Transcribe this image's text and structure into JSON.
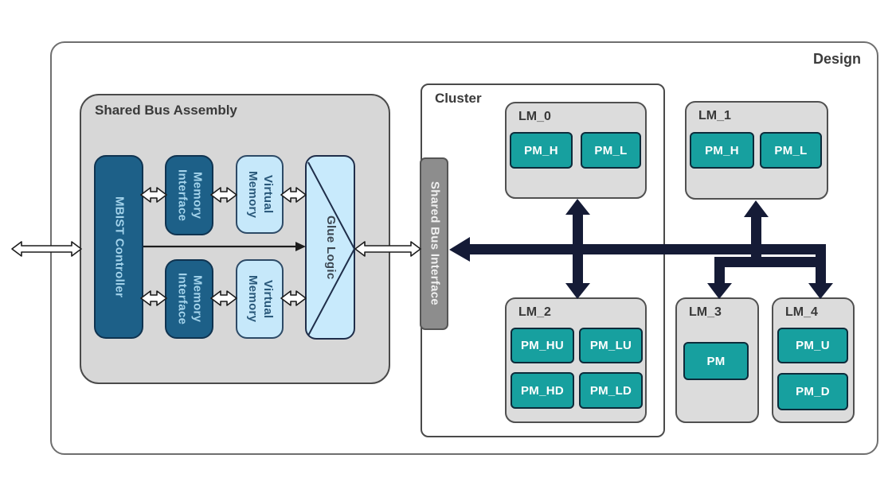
{
  "design": {
    "label": "Design"
  },
  "shared_bus_assembly": {
    "label": "Shared Bus Assembly",
    "mbist": "MBIST Controller",
    "memory_interface_top": "Memory\nInterface",
    "memory_interface_bottom": "Memory\nInterface",
    "virtual_memory_top": "Virtual\nMemory",
    "virtual_memory_bottom": "Virtual\nMemory",
    "glue_logic": "Glue Logic"
  },
  "shared_bus_interface": {
    "label": "Shared Bus Interface"
  },
  "cluster": {
    "label": "Cluster"
  },
  "lm_blocks": {
    "lm0": {
      "label": "LM_0",
      "pms": [
        "PM_H",
        "PM_L"
      ]
    },
    "lm1": {
      "label": "LM_1",
      "pms": [
        "PM_H",
        "PM_L"
      ]
    },
    "lm2": {
      "label": "LM_2",
      "pms": [
        "PM_HU",
        "PM_LU",
        "PM_HD",
        "PM_LD"
      ]
    },
    "lm3": {
      "label": "LM_3",
      "pms": [
        "PM"
      ]
    },
    "lm4": {
      "label": "LM_4",
      "pms": [
        "PM_U",
        "PM_D"
      ]
    }
  },
  "colors": {
    "bus": "#151b36",
    "pm_fill": "#17a09f",
    "dark_blue_fill": "#1d6088",
    "light_blue_fill": "#c6e8fa",
    "assembly_gray": "#d7d7d7",
    "interface_bar_gray": "#8d8d8d"
  }
}
